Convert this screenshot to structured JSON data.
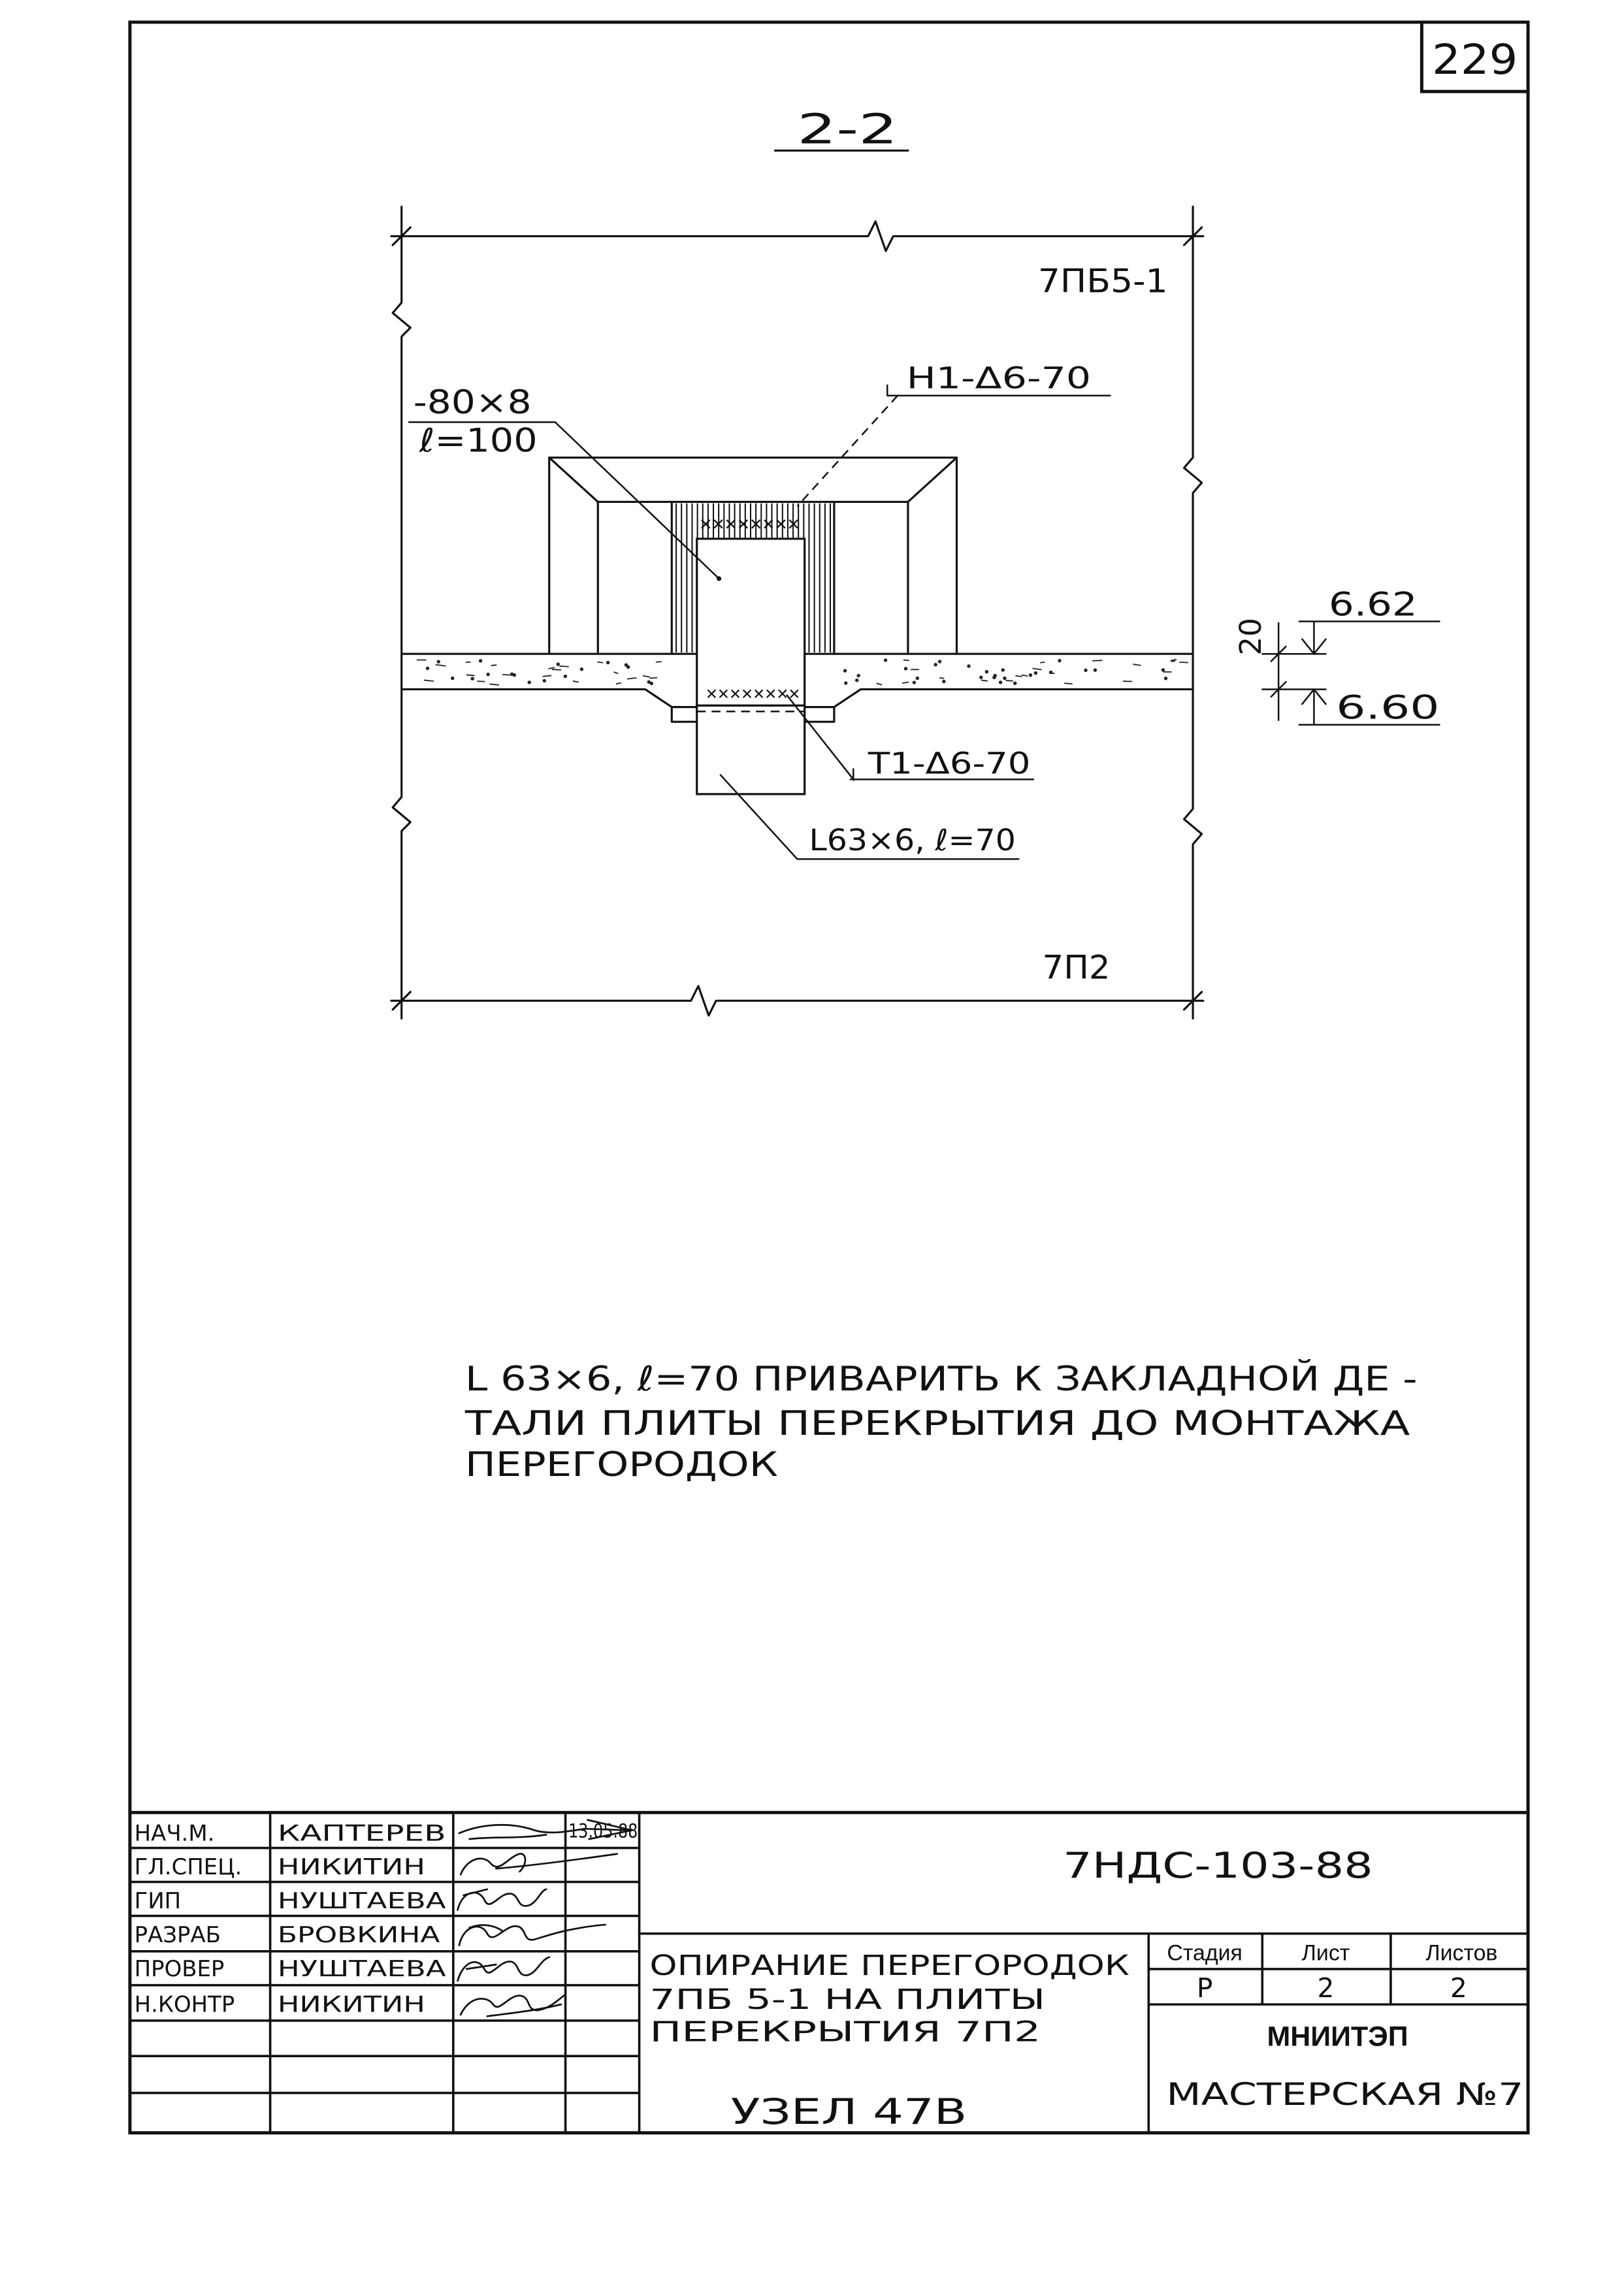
{
  "sheet_number": "229",
  "section_title": "2-2",
  "drawing": {
    "partition_label": "7ПБ5-1",
    "slab_label": "7П2",
    "plate_size": "-80×8",
    "plate_length": "ℓ=100",
    "weld_upper": "Н1-Δ6-70",
    "weld_lower": "Т1-Δ6-70",
    "angle_label": "L63×6, ℓ=70",
    "slab_step_dimension": "20",
    "elevation_top": "6.62",
    "elevation_bottom": "6.60"
  },
  "note_lines": [
    "L 63×6, ℓ=70 ПРИВАРИТЬ К ЗАКЛАДНОЙ ДЕ -",
    "ТАЛИ ПЛИТЫ ПЕРЕКРЫТИЯ ДО МОНТАЖА",
    "ПЕРЕГОРОДОК"
  ],
  "title_block": {
    "signatories": [
      {
        "role": "НАЧ.М.",
        "name": "КАПТЕРЕВ"
      },
      {
        "role": "ГЛ.СПЕЦ.",
        "name": "НИКИТИН"
      },
      {
        "role": "ГИП",
        "name": "НУШТАЕВА"
      },
      {
        "role": "РАЗРАБ",
        "name": "БРОВКИНА"
      },
      {
        "role": "ПРОВЕР",
        "name": "НУШТАЕВА"
      },
      {
        "role": "Н.КОНТР",
        "name": "НИКИТИН"
      }
    ],
    "date": "13.05.88",
    "document_code": "7НДС-103-88",
    "title_lines": [
      "ОПИРАНИЕ ПЕРЕГОРОДОК",
      "7ПБ 5-1 НА ПЛИТЫ",
      "ПЕРЕКРЫТИЯ 7П2"
    ],
    "node": "УЗЕЛ 47В",
    "stage_header": "Стадия",
    "sheet_header": "Лист",
    "sheets_header": "Листов",
    "stage": "Р",
    "sheet": "2",
    "sheets": "2",
    "organization": "МНИИТЭП",
    "workshop": "МАСТЕРСКАЯ №7"
  }
}
